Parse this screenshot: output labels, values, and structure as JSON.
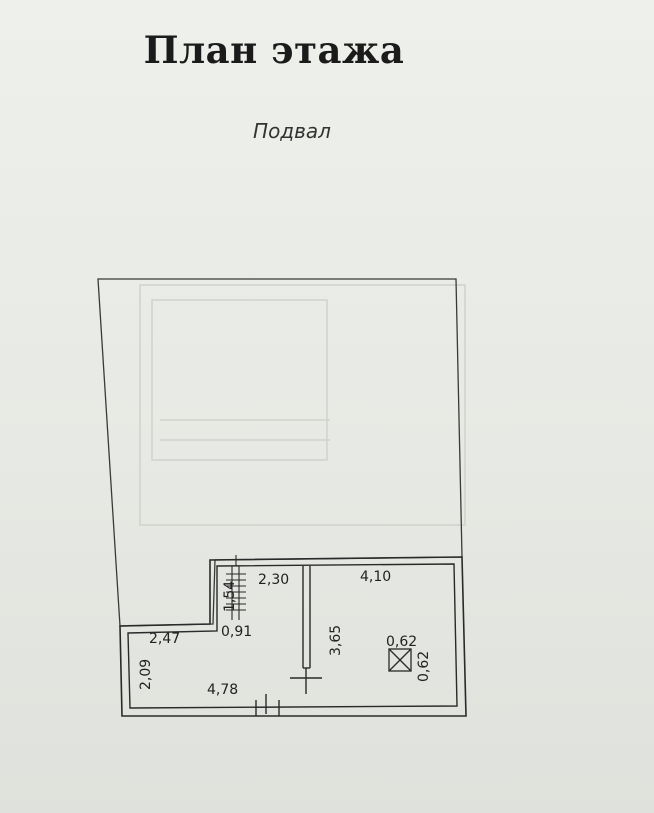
{
  "title": "План этажа",
  "subtitle": "Подвал",
  "dimensions": {
    "room_left_width": "2,47",
    "room_left_height": "2,09",
    "room_left_length": "4,78",
    "stair_width": "0,91",
    "stair_length": "1,54",
    "corridor_width": "2,30",
    "room_right_width": "4,10",
    "room_right_height": "3,65",
    "vent_width": "0,62",
    "vent_height": "0,62"
  }
}
